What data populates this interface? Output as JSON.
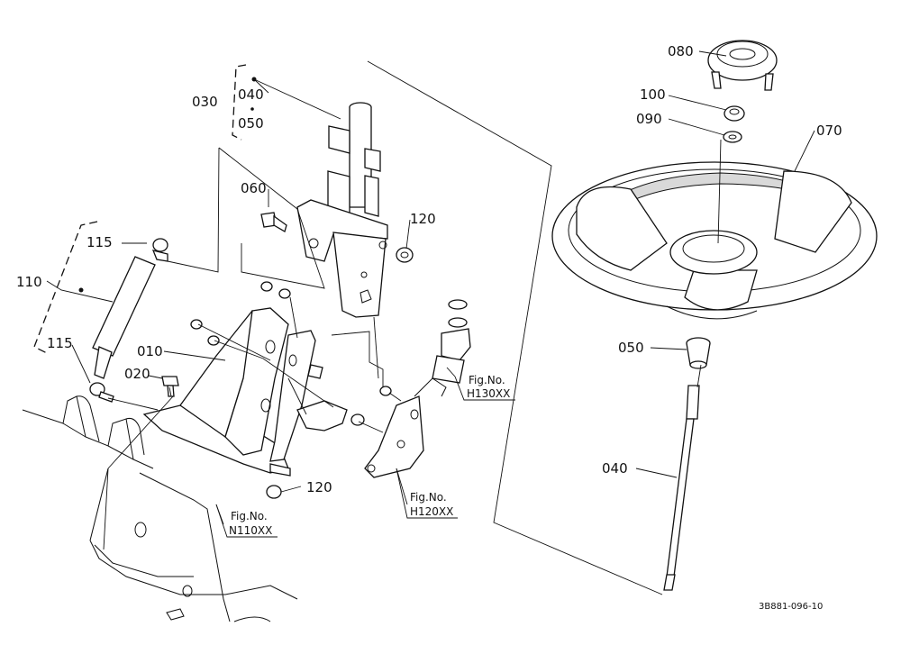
{
  "labels": {
    "p030": "030",
    "p040a": "040",
    "p050a": "050",
    "p060": "060",
    "p120a": "120",
    "p115a": "115",
    "p110": "110",
    "p115b": "115",
    "p010": "010",
    "p020": "020",
    "p120b": "120",
    "p080": "080",
    "p100": "100",
    "p090": "090",
    "p070": "070",
    "p050b": "050",
    "p040b": "040"
  },
  "figrefs": {
    "h130_title": "Fig.No.",
    "h130_code": "H130XX",
    "h120_title": "Fig.No.",
    "h120_code": "H120XX",
    "n110_title": "Fig.No.",
    "n110_code": "N110XX"
  },
  "drawing_code": "3B881-096-10"
}
